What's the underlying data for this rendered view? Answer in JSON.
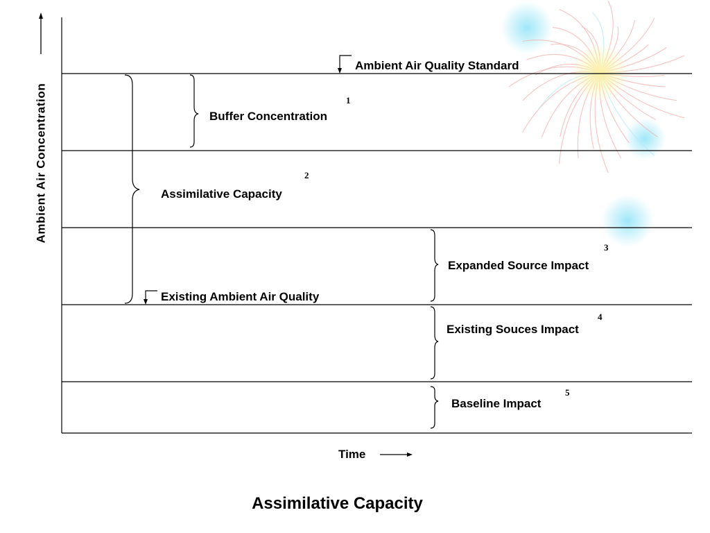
{
  "y_axis_label": "Ambient Air Concentration",
  "x_axis_label": "Time",
  "title": "Assimilative Capacity",
  "levels": {
    "standard": "Ambient Air Quality Standard",
    "existing": "Existing Ambient Air Quality"
  },
  "bands": [
    {
      "label": "Buffer Concentration",
      "number": "1"
    },
    {
      "label": "Assimilative Capacity",
      "number": "2"
    },
    {
      "label": "Expanded Source Impact",
      "number": "3"
    },
    {
      "label": "Existing Souces Impact",
      "number": "4"
    },
    {
      "label": "Baseline Impact",
      "number": "5"
    }
  ],
  "decoration": {
    "name": "fireworks-decoration",
    "colors": [
      "#f4a6a6",
      "#a8e6f5",
      "#f7f29a"
    ]
  }
}
